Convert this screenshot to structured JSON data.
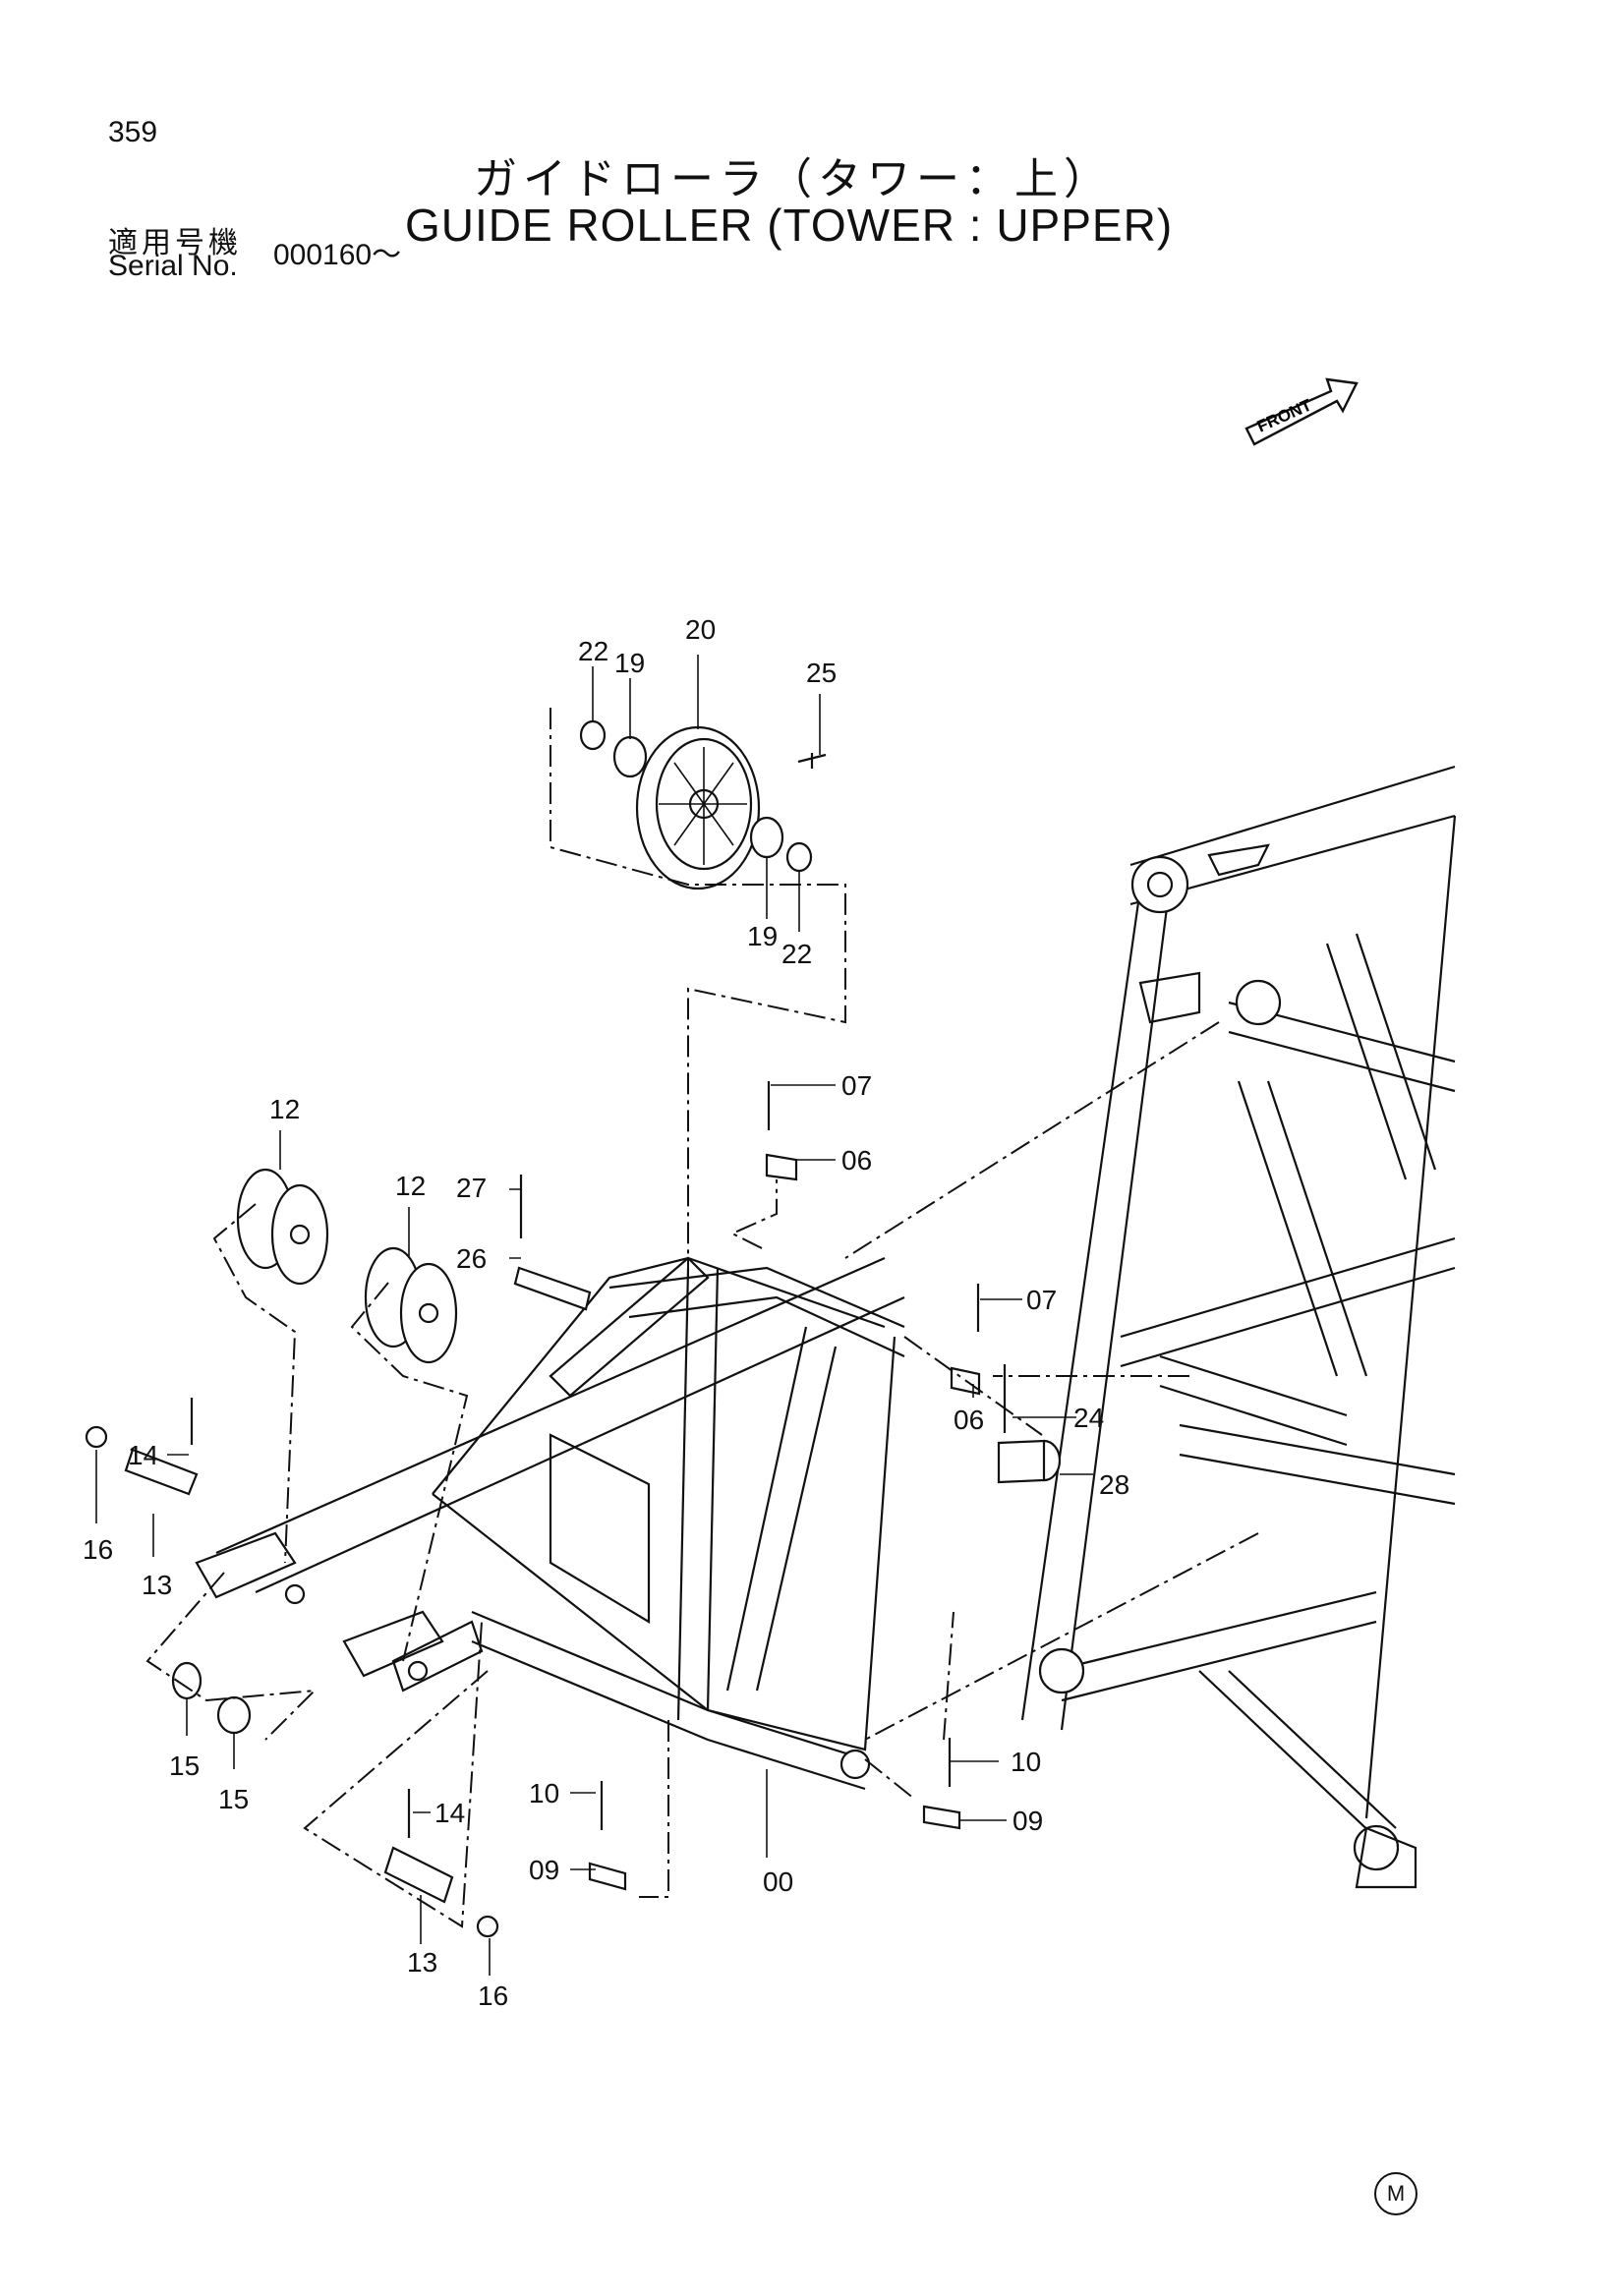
{
  "header": {
    "page_number": "359",
    "title_jp": "ガイドローラ（タワー：上）",
    "title_en": "GUIDE ROLLER (TOWER : UPPER)",
    "serial_label_jp": "適用号機",
    "serial_label_en": "Serial No.",
    "serial_value": "000160～"
  },
  "front_indicator": {
    "label": "FRONT"
  },
  "callouts": {
    "c22a": "22",
    "c19a": "19",
    "c20": "20",
    "c25": "25",
    "c19b": "19",
    "c22b": "22",
    "c07a": "07",
    "c06a": "06",
    "c12a": "12",
    "c12b": "12",
    "c27": "27",
    "c26": "26",
    "c07b": "07",
    "c06b": "06",
    "c24": "24",
    "c28": "28",
    "c14a": "14",
    "c16a": "16",
    "c13a": "13",
    "c15a": "15",
    "c15b": "15",
    "c10a": "10",
    "c09a": "09",
    "c00": "00",
    "c10b": "10",
    "c09b": "09",
    "c14b": "14",
    "c13b": "13",
    "c16b": "16"
  },
  "footer": {
    "maker_mark": "M"
  }
}
